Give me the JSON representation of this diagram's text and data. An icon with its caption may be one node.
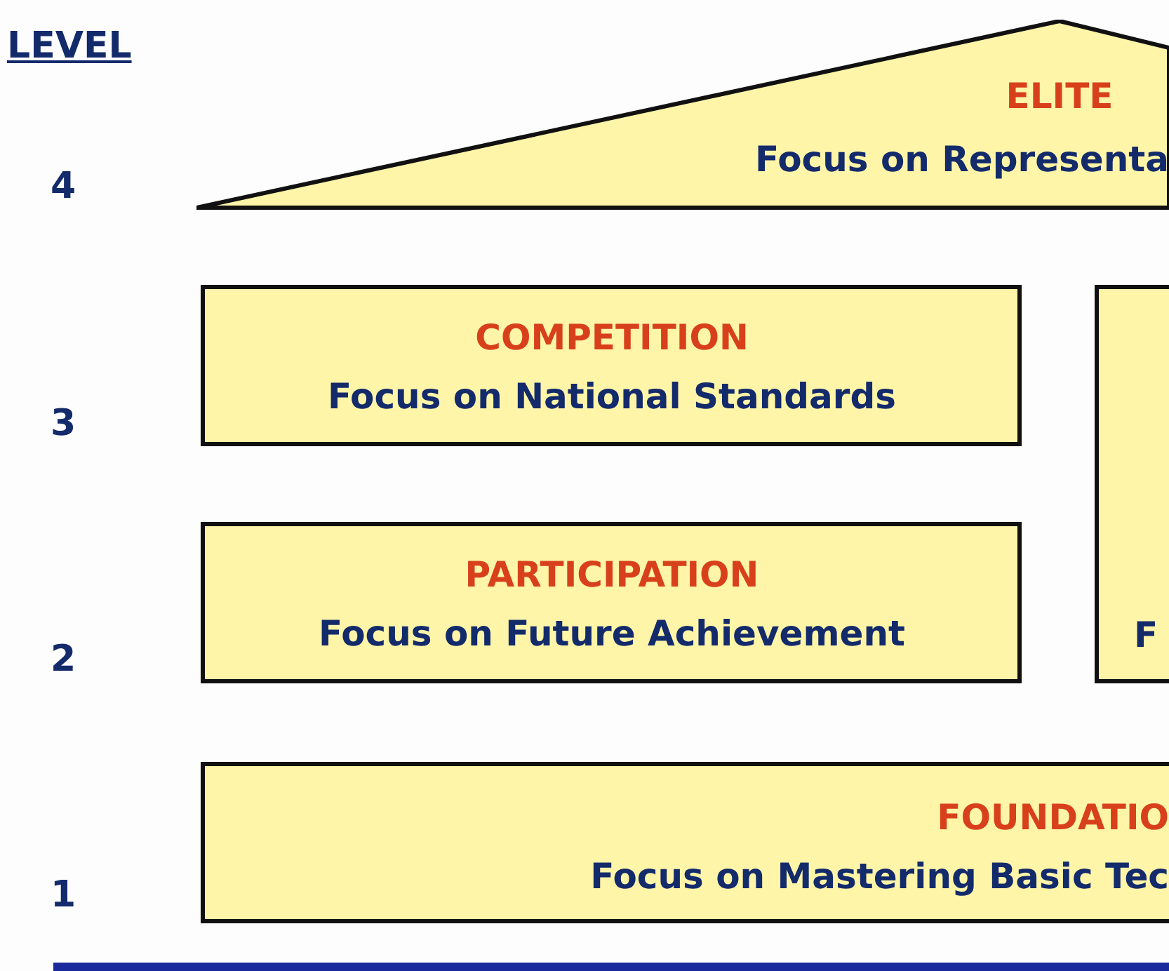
{
  "diagram": {
    "nodes": [
      {
        "text": [
          "ELITE",
          "Focus on Representa"
        ]
      },
      {
        "text": [
          "COMPETITION",
          "Focus on National Standards"
        ]
      },
      {
        "text": [
          "PARTICIPATION",
          "Focus on Future Achievement"
        ]
      },
      {
        "text": [
          "F"
        ]
      },
      {
        "text": [
          "FOUNDATIO",
          "Focus on Mastering Basic Tec"
        ]
      }
    ],
    "labels": [
      "LEVEL",
      "4",
      "3",
      "2",
      "1"
    ]
  }
}
